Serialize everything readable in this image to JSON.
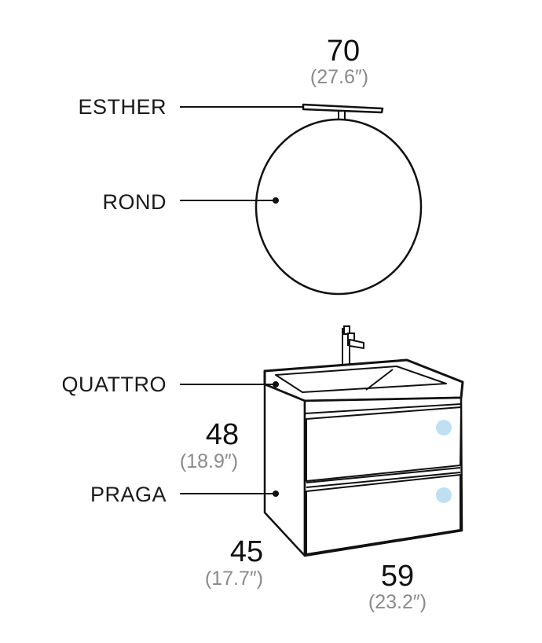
{
  "labels": {
    "light": "ESTHER",
    "mirror": "ROND",
    "basin": "QUATTRO",
    "cabinet": "PRAGA"
  },
  "dimensions": {
    "mirror_width": {
      "cm": "70",
      "inches": "(27.6″)"
    },
    "cabinet_height": {
      "cm": "48",
      "inches": "(18.9″)"
    },
    "cabinet_depth": {
      "cm": "45",
      "inches": "(17.7″)"
    },
    "cabinet_width": {
      "cm": "59",
      "inches": "(23.2″)"
    }
  },
  "colors": {
    "line": "#111111",
    "secondary_text": "#8a8a8a",
    "drawer_indicator": "#bfe0f3"
  }
}
